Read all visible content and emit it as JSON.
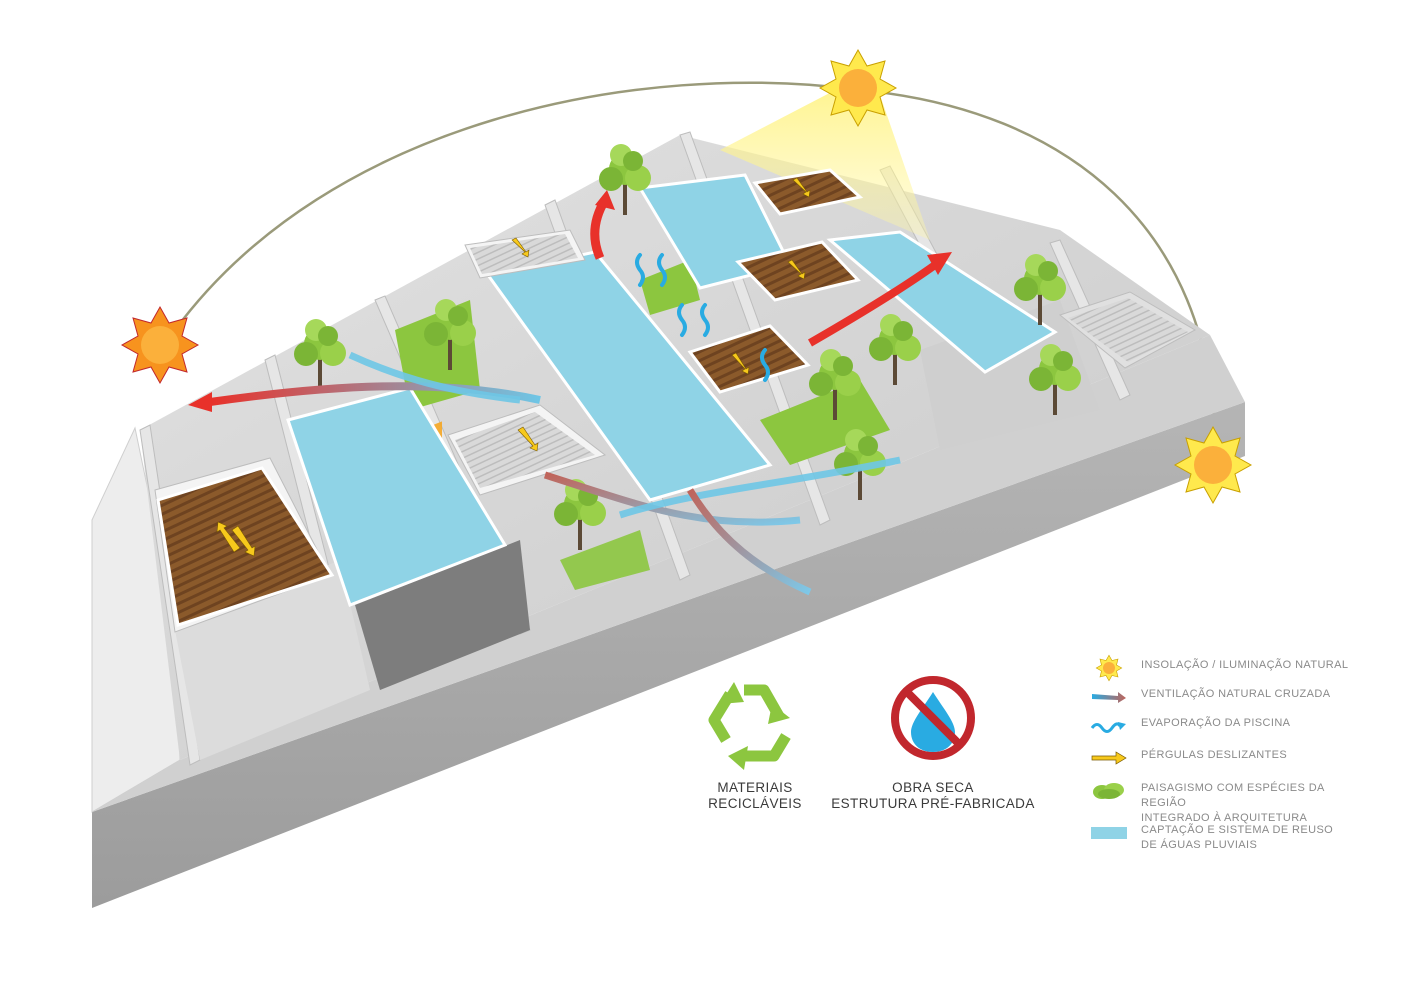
{
  "badges": {
    "recyclable": {
      "line1": "MATERIAIS",
      "line2": "RECICLÁVEIS",
      "icon": "recycle-icon",
      "color": "#8cc63f"
    },
    "dry_construction": {
      "line1": "OBRA SECA",
      "line2": "ESTRUTURA PRÉ-FABRICADA",
      "icon": "no-water-icon",
      "color": "#c1272d"
    }
  },
  "legend": {
    "items": [
      {
        "icon": "sun-icon",
        "line1": "INSOLAÇÃO / ILUMINAÇÃO NATURAL",
        "line2": ""
      },
      {
        "icon": "cross-ventilation-arrow-icon",
        "line1": "VENTILAÇÃO NATURAL CRUZADA",
        "line2": ""
      },
      {
        "icon": "evaporation-wave-icon",
        "line1": "EVAPORAÇÃO DA PISCINA",
        "line2": ""
      },
      {
        "icon": "sliding-pergola-arrow-icon",
        "line1": "PÉRGULAS DESLIZANTES",
        "line2": ""
      },
      {
        "icon": "vegetation-icon",
        "line1": "PAISAGISMO COM ESPÉCIES DA REGIÃO",
        "line2": "INTEGRADO À ARQUITETURA"
      },
      {
        "icon": "rainwater-swatch-icon",
        "line1": "CAPTAÇÃO E SISTEMA DE REUSO",
        "line2": "DE ÁGUAS PLUVIAIS"
      }
    ]
  },
  "colors": {
    "roof_water": "#8fd3e6",
    "pergola_wood": "#8b5a2b",
    "vegetation": "#8cc63f",
    "sun": "#fbb03b",
    "arrow_red": "#e8312a",
    "arrow_blue": "#29abe2",
    "wall_grey": "#a9a9a9"
  }
}
